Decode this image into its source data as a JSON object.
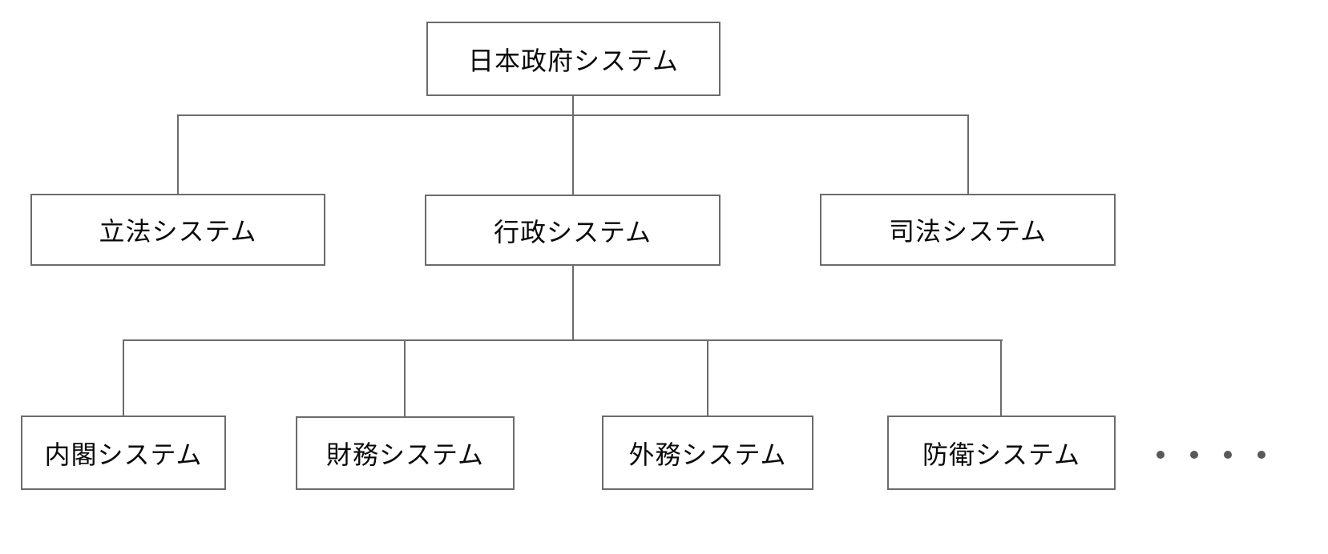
{
  "diagram": {
    "title": "日本政府システム organization chart",
    "root": {
      "id": "japan-government",
      "label": "日本政府システム"
    },
    "level2": [
      {
        "id": "legislative",
        "label": "立法システム",
        "parent": "japan-government"
      },
      {
        "id": "executive",
        "label": "行政システム",
        "parent": "japan-government"
      },
      {
        "id": "judicial",
        "label": "司法システム",
        "parent": "japan-government"
      }
    ],
    "level3": [
      {
        "id": "cabinet",
        "label": "内閣システム",
        "parent": "executive"
      },
      {
        "id": "finance",
        "label": "財務システム",
        "parent": "executive"
      },
      {
        "id": "foreign",
        "label": "外務システム",
        "parent": "executive"
      },
      {
        "id": "defense",
        "label": "防衛システム",
        "parent": "executive"
      }
    ],
    "ellipsis": "・・・・",
    "colors": {
      "line": "#6b6b6b",
      "box_border": "#6b6b6b",
      "box_fill": "#ffffff",
      "text": "#0a0a0a",
      "dot": "#595959",
      "background": "#ffffff"
    }
  }
}
